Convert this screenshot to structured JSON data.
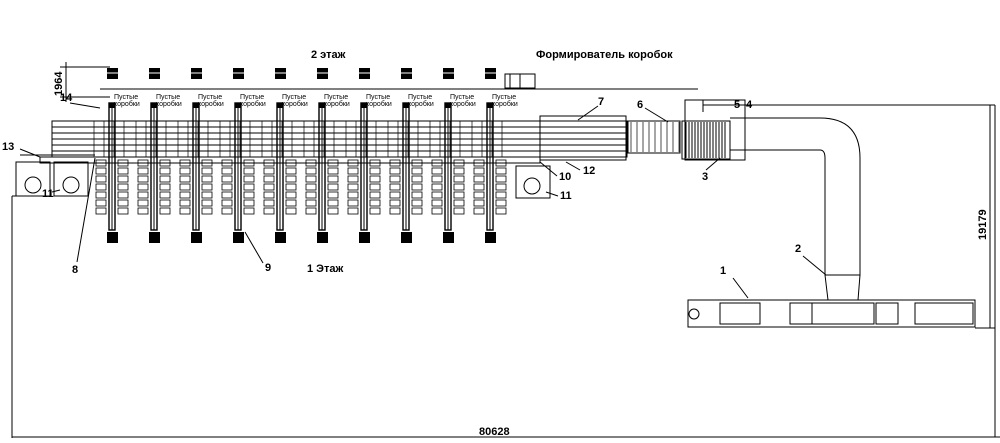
{
  "labels": {
    "floor2": "2 этаж",
    "floor1": "1 Этаж",
    "box_former": "Формирователь коробок",
    "empty_boxes_line1": "Пустые",
    "empty_boxes_line2": "коробки"
  },
  "dimensions": {
    "height_floor": "1964",
    "overall_length": "80628",
    "vertical_span": "19179"
  },
  "callouts": {
    "c1": "1",
    "c2": "2",
    "c3": "3",
    "c4": "4",
    "c5": "5",
    "c6": "6",
    "c7": "7",
    "c8": "8",
    "c9": "9",
    "c10": "10",
    "c11a": "11",
    "c11b": "11",
    "c12": "12",
    "c13": "13",
    "c14": "14"
  },
  "colors": {
    "line": "#000000",
    "background": "#ffffff"
  }
}
